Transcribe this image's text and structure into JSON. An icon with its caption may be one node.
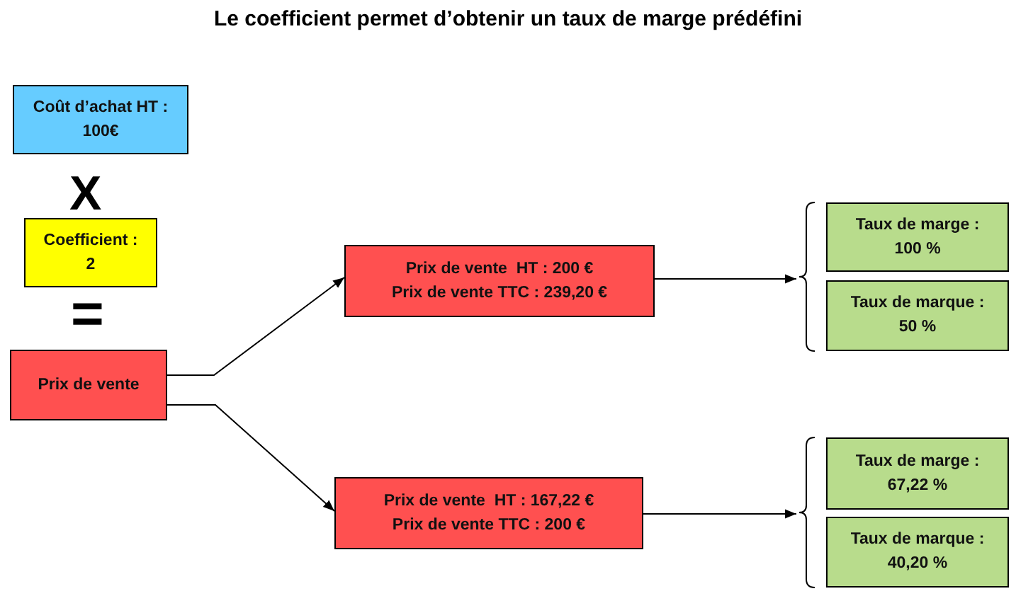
{
  "diagram": {
    "title": "Le coefficient permet d’obtenir un taux de marge prédéfini",
    "nodes": [
      {
        "text": [
          "Coût d’achat HT : 100€"
        ]
      },
      {
        "text": [
          "Coefficient : 2"
        ]
      },
      {
        "text": [
          "Prix de vente"
        ]
      },
      {
        "text": [
          "Prix de vente  HT : 200 €",
          "Prix de vente TTC : 239,20 €"
        ]
      },
      {
        "text": [
          "Prix de vente  HT : 167,22 €",
          "Prix de vente TTC : 200 €"
        ]
      },
      {
        "text": [
          "Taux de marge : 100 %"
        ]
      },
      {
        "text": [
          "Taux de marque : 50 %"
        ]
      },
      {
        "text": [
          "Taux de marge : 67,22 %"
        ]
      },
      {
        "text": [
          "Taux de marque : 40,20 %"
        ]
      }
    ],
    "edges": [
      {
        "from": 2,
        "to": 3,
        "arrow": "to"
      },
      {
        "from": 2,
        "to": 4,
        "arrow": "to"
      },
      {
        "from": 3,
        "to": 5,
        "arrow": "to"
      },
      {
        "from": 3,
        "to": 6,
        "arrow": "to"
      },
      {
        "from": 4,
        "to": 7,
        "arrow": "to"
      },
      {
        "from": 4,
        "to": 8,
        "arrow": "to"
      }
    ],
    "labels": [
      "X",
      "="
    ]
  }
}
